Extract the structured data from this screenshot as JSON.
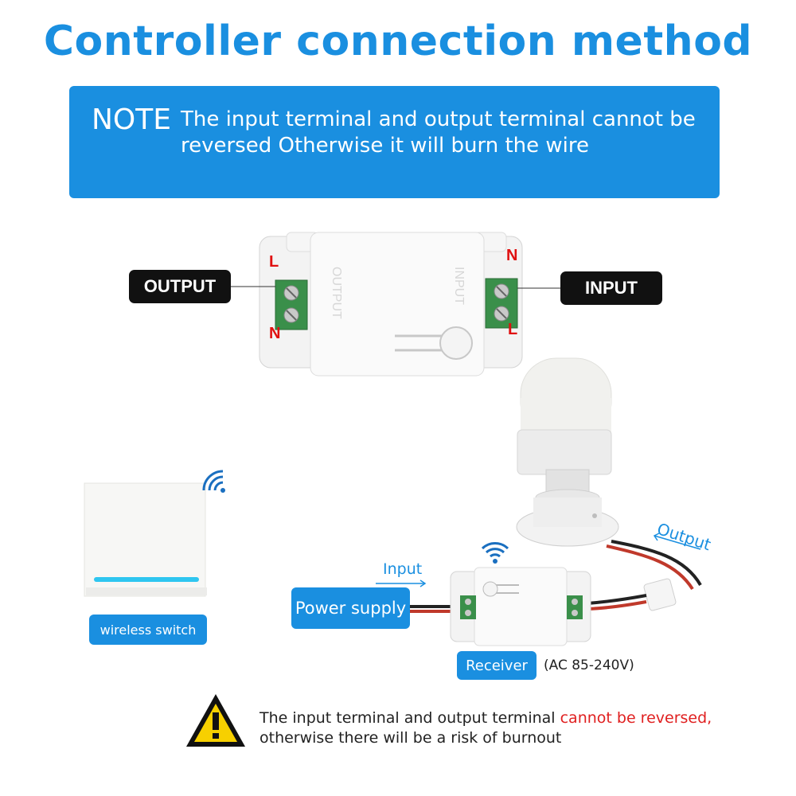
{
  "title": "Controller connection method",
  "note": {
    "label": "NOTE",
    "line1": "The input terminal and output terminal cannot be",
    "line2": "reversed Otherwise it will burn the wire"
  },
  "module": {
    "output_label": "OUTPUT",
    "input_label": "INPUT",
    "left_top_letter": "L",
    "left_bottom_letter": "N",
    "right_top_letter": "N",
    "right_bottom_letter": "L",
    "embossed_left": "OUTPUT",
    "embossed_right": "INPUT"
  },
  "wiring": {
    "switch_label": "wireless switch",
    "input_arrow_label": "Input",
    "output_arrow_label": "Output",
    "power_supply_label": "Power supply",
    "receiver_label": "Receiver",
    "voltage_label": "(AC 85-240V)"
  },
  "warning": {
    "text_before": "The input terminal and output terminal ",
    "text_red": "cannot be reversed,",
    "text_line2": "otherwise there will be a risk of burnout"
  },
  "colors": {
    "accent_blue": "#1a8fe0",
    "warning_red": "#e02020",
    "terminal_green": "#3a8f4a"
  },
  "icons": [
    "wifi-signal-icon",
    "wifi-signal-icon",
    "warning-triangle-icon"
  ]
}
